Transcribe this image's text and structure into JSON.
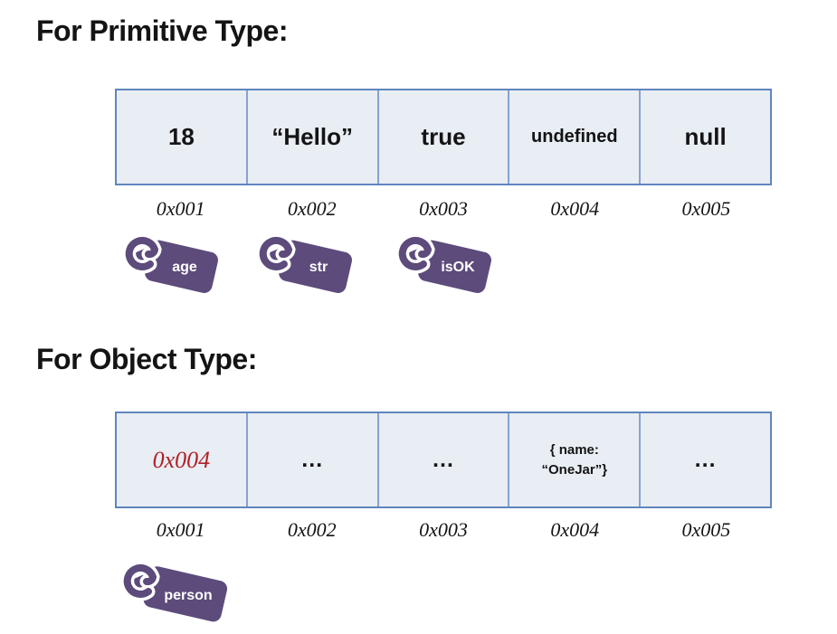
{
  "slide": {
    "background": "#ffffff"
  },
  "colors": {
    "table_fill": "#e9edf4",
    "table_border_outer": "#5f86bd",
    "table_border_inner": "#85a3d1",
    "tag_purple": "#5d4b7c",
    "tag_text": "#ffffff",
    "ref_red": "#b01f24",
    "title_text": "#141414",
    "white": "#ffffff"
  },
  "sections": [
    {
      "title": "For Primitive Type:",
      "cells": [
        {
          "text": "18"
        },
        {
          "text": "“Hello”"
        },
        {
          "text": "true"
        },
        {
          "text": "undefined"
        },
        {
          "text": "null"
        }
      ],
      "addresses": [
        "0x001",
        "0x002",
        "0x003",
        "0x004",
        "0x005"
      ],
      "tags": [
        {
          "label": "age"
        },
        {
          "label": "str"
        },
        {
          "label": "isOK"
        }
      ]
    },
    {
      "title": "For Object Type:",
      "cells": [
        {
          "text": "0x004"
        },
        {
          "text": "…"
        },
        {
          "text": "…"
        },
        {
          "text": "{ name:\n“OneJar”}"
        },
        {
          "text": "…"
        }
      ],
      "addresses": [
        "0x001",
        "0x002",
        "0x003",
        "0x004",
        "0x005"
      ],
      "tags": [
        {
          "label": "person"
        }
      ]
    }
  ]
}
